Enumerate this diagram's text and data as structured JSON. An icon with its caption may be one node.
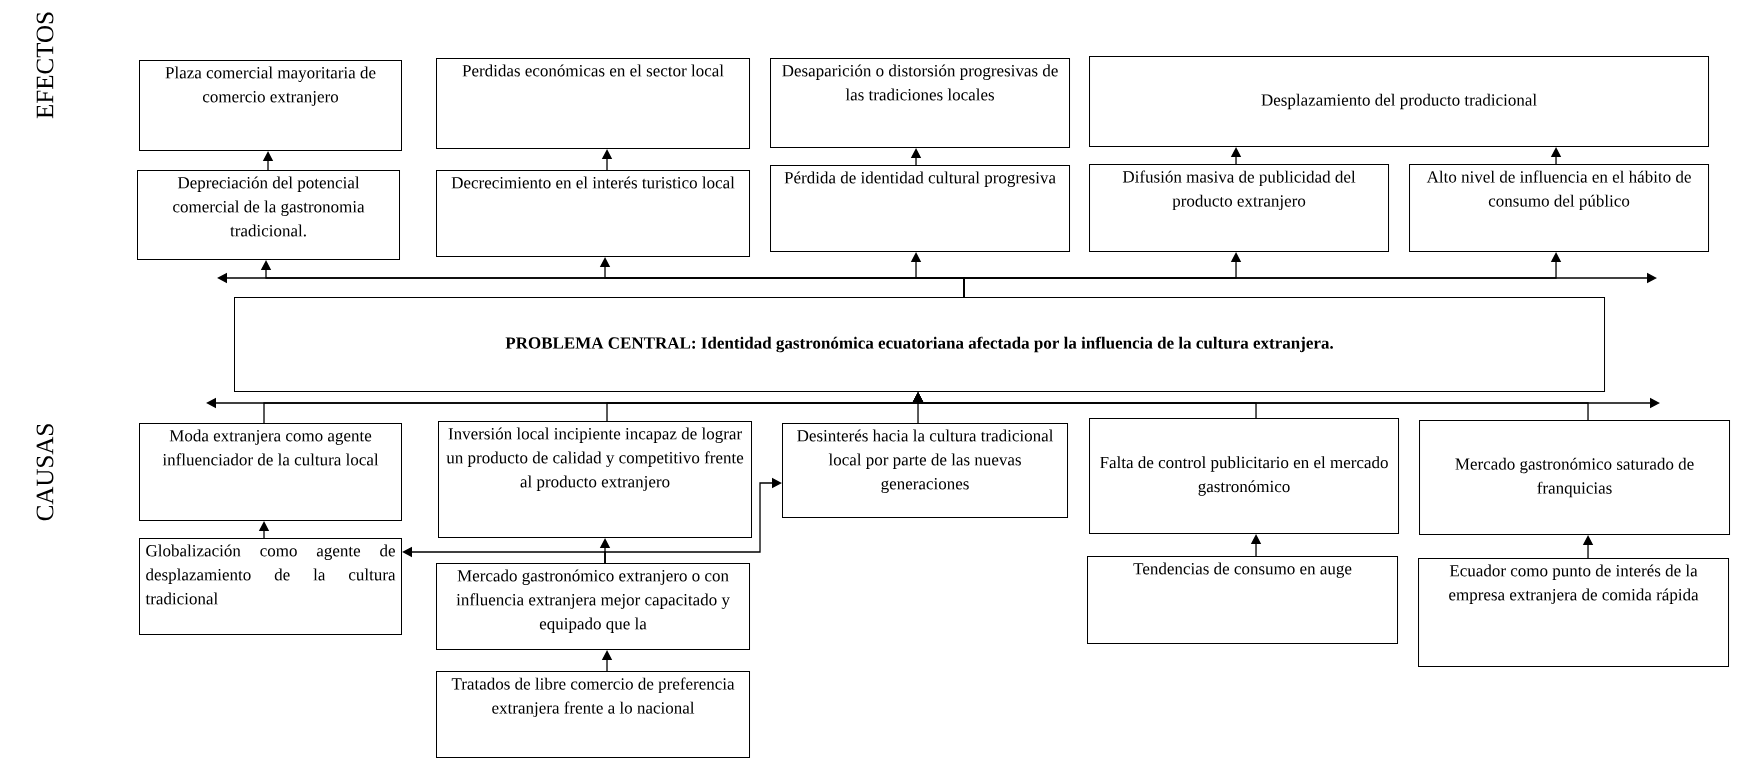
{
  "diagram": {
    "nodes": [
      {
        "text": [
          "Plaza comercial mayoritaria de comercio extranjero"
        ]
      },
      {
        "text": [
          "Perdidas económicas en el sector local"
        ]
      },
      {
        "text": [
          "Desaparición o distorsión progresivas de las tradiciones locales"
        ]
      },
      {
        "text": [
          "Desplazamiento del producto tradicional"
        ]
      },
      {
        "text": [
          "Depreciación del potencial comercial de la gastronomia tradicional."
        ]
      },
      {
        "text": [
          "Decrecimiento en el interés turistico local"
        ]
      },
      {
        "text": [
          "Pérdida de identidad cultural progresiva"
        ]
      },
      {
        "text": [
          "Difusión masiva de publicidad del producto extranjero"
        ]
      },
      {
        "text": [
          "Alto nivel de influencia en el hábito de consumo del público"
        ]
      },
      {
        "text": [
          "PROBLEMA CENTRAL: Identidad gastronómica ecuatoriana afectada por la influencia de la cultura extranjera."
        ]
      },
      {
        "text": [
          "Moda extranjera como agente influenciador de la cultura local"
        ]
      },
      {
        "text": [
          "Inversión local incipiente incapaz de lograr un producto de calidad y competitivo frente al producto extranjero"
        ]
      },
      {
        "text": [
          "Desinterés hacia la cultura tradicional local por parte de las nuevas generaciones"
        ]
      },
      {
        "text": [
          "Falta de control publicitario en el mercado gastronómico"
        ]
      },
      {
        "text": [
          "Mercado gastronómico saturado de franquicias"
        ]
      },
      {
        "text": [
          "Globalización como agente de desplazamiento de la cultura tradicional"
        ]
      },
      {
        "text": [
          "Mercado gastronómico extranjero o con influencia extranjera mejor capacitado y equipado que la"
        ]
      },
      {
        "text": [
          "Tendencias de consumo en auge"
        ]
      },
      {
        "text": [
          "Ecuador como punto de interés de la empresa extranjera de comida rápida"
        ]
      },
      {
        "text": [
          "Tratados de libre comercio de preferencia extranjera frente a lo nacional"
        ]
      }
    ],
    "edges": [
      {
        "from": 9,
        "to": 4,
        "arrow": "to"
      },
      {
        "from": 9,
        "to": 5,
        "arrow": "to"
      },
      {
        "from": 9,
        "to": 6,
        "arrow": "to"
      },
      {
        "from": 9,
        "to": 7,
        "arrow": "to"
      },
      {
        "from": 9,
        "to": 8,
        "arrow": "to"
      },
      {
        "from": 4,
        "to": 0,
        "arrow": "to"
      },
      {
        "from": 5,
        "to": 1,
        "arrow": "to"
      },
      {
        "from": 6,
        "to": 2,
        "arrow": "to"
      },
      {
        "from": 7,
        "to": 3,
        "arrow": "to"
      },
      {
        "from": 8,
        "to": 3,
        "arrow": "to"
      },
      {
        "from": 10,
        "to": 9,
        "arrow": "to"
      },
      {
        "from": 11,
        "to": 9,
        "arrow": "to"
      },
      {
        "from": 12,
        "to": 9,
        "arrow": "to"
      },
      {
        "from": 13,
        "to": 9,
        "arrow": "to"
      },
      {
        "from": 14,
        "to": 9,
        "arrow": "to"
      },
      {
        "from": 15,
        "to": 10,
        "arrow": "to"
      },
      {
        "from": 16,
        "to": 15,
        "arrow": "to"
      },
      {
        "from": 16,
        "to": 11,
        "arrow": "to"
      },
      {
        "from": 16,
        "to": 12,
        "arrow": "to"
      },
      {
        "from": 19,
        "to": 16,
        "arrow": "to"
      },
      {
        "from": 17,
        "to": 13,
        "arrow": "to"
      },
      {
        "from": 18,
        "to": 14,
        "arrow": "to"
      }
    ],
    "labels": [
      "EFECTOS",
      "CAUSAS"
    ]
  }
}
